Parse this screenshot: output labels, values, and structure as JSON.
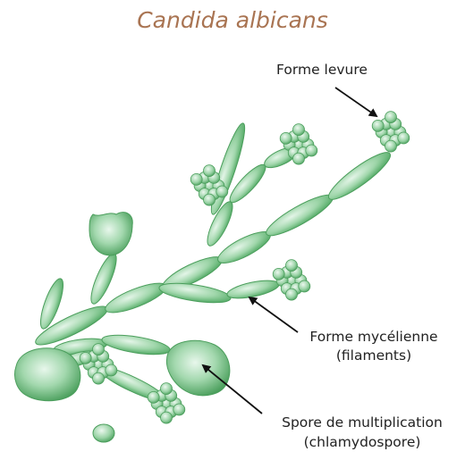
{
  "title": "Candida albicans",
  "labels": {
    "yeast_form": "Forme levure",
    "mycelial_form_line1": "Forme mycélienne",
    "mycelial_form_line2": "(filaments)",
    "spore_line1": "Spore de multiplication",
    "spore_line2": "(chlamydospore)"
  },
  "colors": {
    "title": "#a97452",
    "cell_light": "#dff2e3",
    "cell_mid": "#8dcf9b",
    "cell_dark": "#4fa862",
    "arrow": "#111111"
  }
}
